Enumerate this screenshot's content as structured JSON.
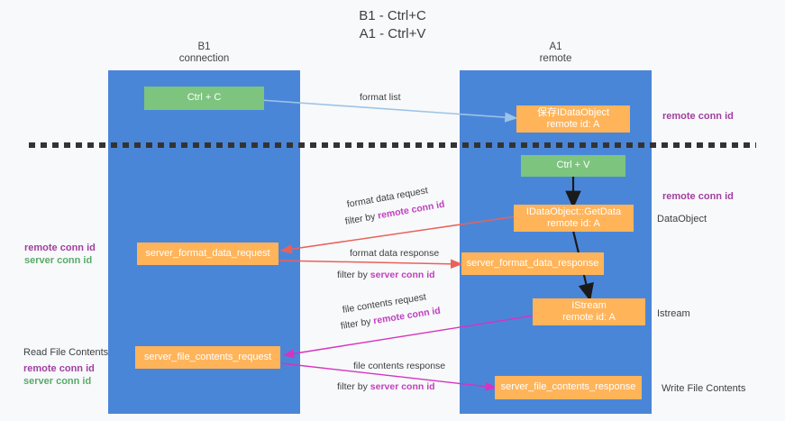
{
  "title": {
    "line1": "B1 - Ctrl+C",
    "line2": "A1 - Ctrl+V"
  },
  "columns": {
    "left": {
      "name": "B1",
      "role": "connection"
    },
    "right": {
      "name": "A1",
      "role": "remote"
    }
  },
  "boxes": {
    "ctrl_c": {
      "label": "Ctrl + C",
      "color": "#7dc47f"
    },
    "save_idataobject": {
      "line1": "保存IDataObject",
      "line2": "remote id: A",
      "color": "#ffb45a"
    },
    "ctrl_v": {
      "label": "Ctrl + V",
      "color": "#7dc47f"
    },
    "getdata": {
      "line1": "IDataObject::GetData",
      "line2": "remote id: A",
      "color": "#ffb45a"
    },
    "server_format_data_request": {
      "label": "server_format_data_request",
      "color": "#ffb45a"
    },
    "server_format_data_response": {
      "label": "server_format_data_response",
      "color": "#ffb45a"
    },
    "istream": {
      "line1": "IStream",
      "line2": "remote id: A",
      "color": "#ffb45a"
    },
    "server_file_contents_request": {
      "label": "server_file_contents_request",
      "color": "#ffb45a"
    },
    "server_file_contents_response": {
      "label": "server_file_contents_response",
      "color": "#ffb45a"
    }
  },
  "right_labels": {
    "remote_conn_id_top": "remote conn id",
    "remote_conn_id_mid": "remote conn id",
    "dataobject": "DataObject",
    "istream": "Istream",
    "write_file_contents": "Write File Contents"
  },
  "left_labels": {
    "remote_conn_id": "remote conn id",
    "server_conn_id": "server conn id",
    "read_file_contents": "Read File Contents",
    "remote_conn_id_2": "remote conn id",
    "server_conn_id_2": "server conn id"
  },
  "arrow_labels": {
    "format_list": "format list",
    "format_data_request": "format data request",
    "filter_by_remote_conn_id_1_prefix": "filter by ",
    "filter_by_remote_conn_id_1_value": "remote conn id",
    "format_data_response": "format data response",
    "filter_by_server_conn_id_1_prefix": "filter by ",
    "filter_by_server_conn_id_1_value": "server conn id",
    "file_contents_request": "file contents request",
    "filter_by_remote_conn_id_2_prefix": "filter by ",
    "filter_by_remote_conn_id_2_value": "remote conn id",
    "file_contents_response": "file contents response",
    "filter_by_server_conn_id_2_prefix": "filter by ",
    "filter_by_server_conn_id_2_value": "server conn id"
  },
  "colors": {
    "column_blue": "#4a86d8",
    "box_orange": "#ffb45a",
    "box_green": "#7dc47f",
    "accent_purple": "#a13fa1",
    "accent_magenta": "#c040c0",
    "accent_green": "#5aa96a",
    "arrow_lightblue": "#9cc3e8",
    "arrow_red": "#e8625c",
    "arrow_magenta": "#d633c0",
    "arrow_black": "#1a1a1a",
    "background": "#f8f9fa"
  }
}
